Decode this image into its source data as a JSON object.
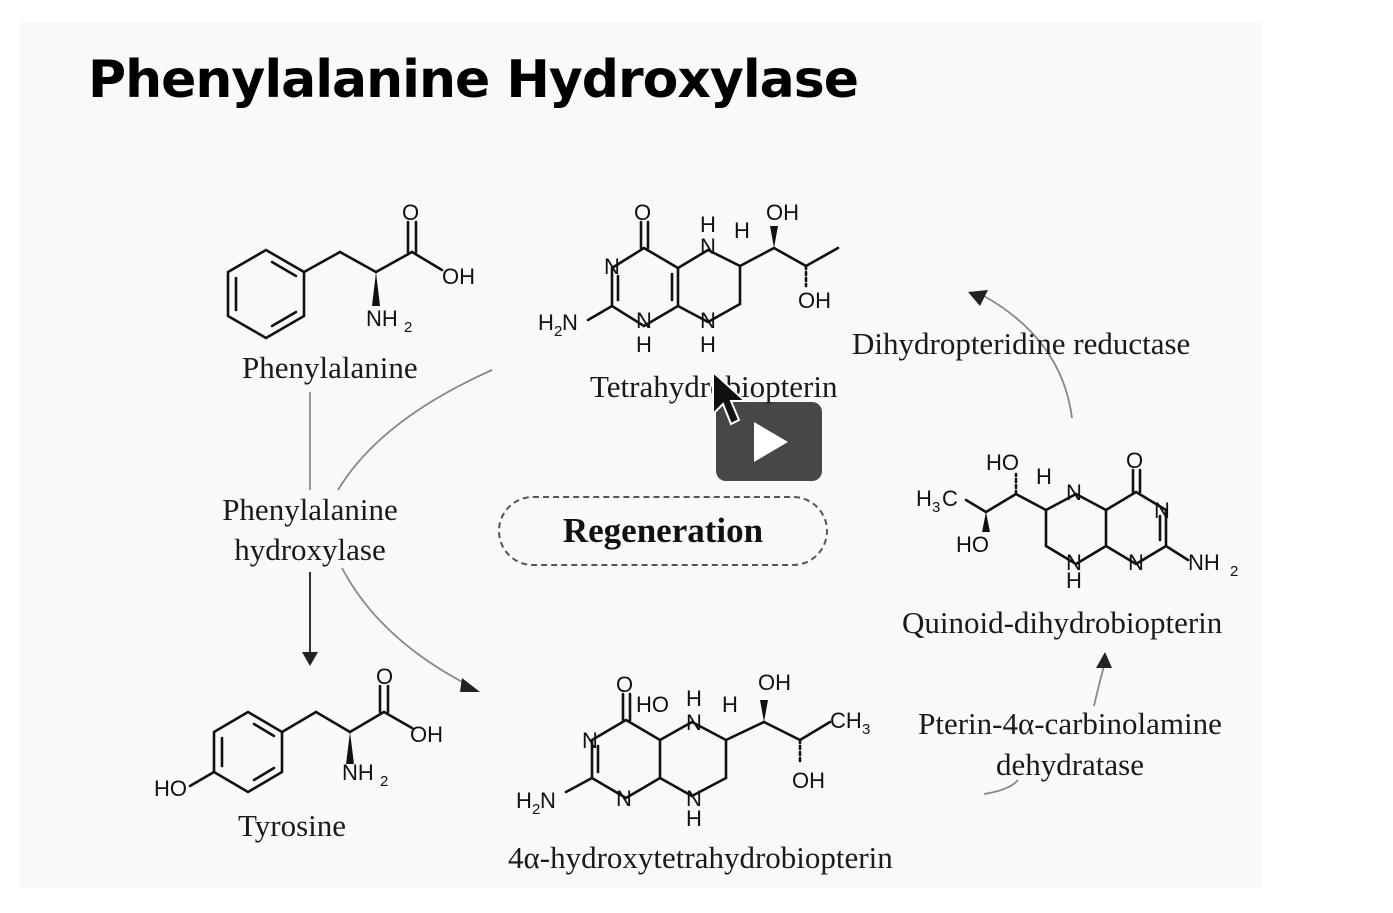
{
  "title": "Phenylalanine Hydroxylase",
  "compounds": {
    "phenylalanine": "Phenylalanine",
    "tetrahydrobiopterin": "Tetrahydrobiopterin",
    "tyrosine": "Tyrosine",
    "hydroxy": "4α-hydroxytetrahydrobiopterin",
    "quinoid": "Quinoid-dihydrobiopterin"
  },
  "enzymes": {
    "pah_line1": "Phenylalanine",
    "pah_line2": "hydroxylase",
    "dhpr": "Dihydropteridine reductase",
    "pcd_line1": "Pterin-4α-carbinolamine",
    "pcd_line2": "dehydratase"
  },
  "center_label": "Regeneration",
  "atoms": {
    "O": "O",
    "OH": "OH",
    "HO": "HO",
    "H": "H",
    "N": "N",
    "NH": "NH",
    "NH2": "NH",
    "H2N": "H",
    "sub2": "2",
    "N_lower": "N",
    "CH3": "CH",
    "sub3": "3",
    "H3C": "H",
    "C": "C"
  },
  "video": {
    "play_icon": "play-icon",
    "cursor_icon": "pointer-cursor-icon"
  }
}
